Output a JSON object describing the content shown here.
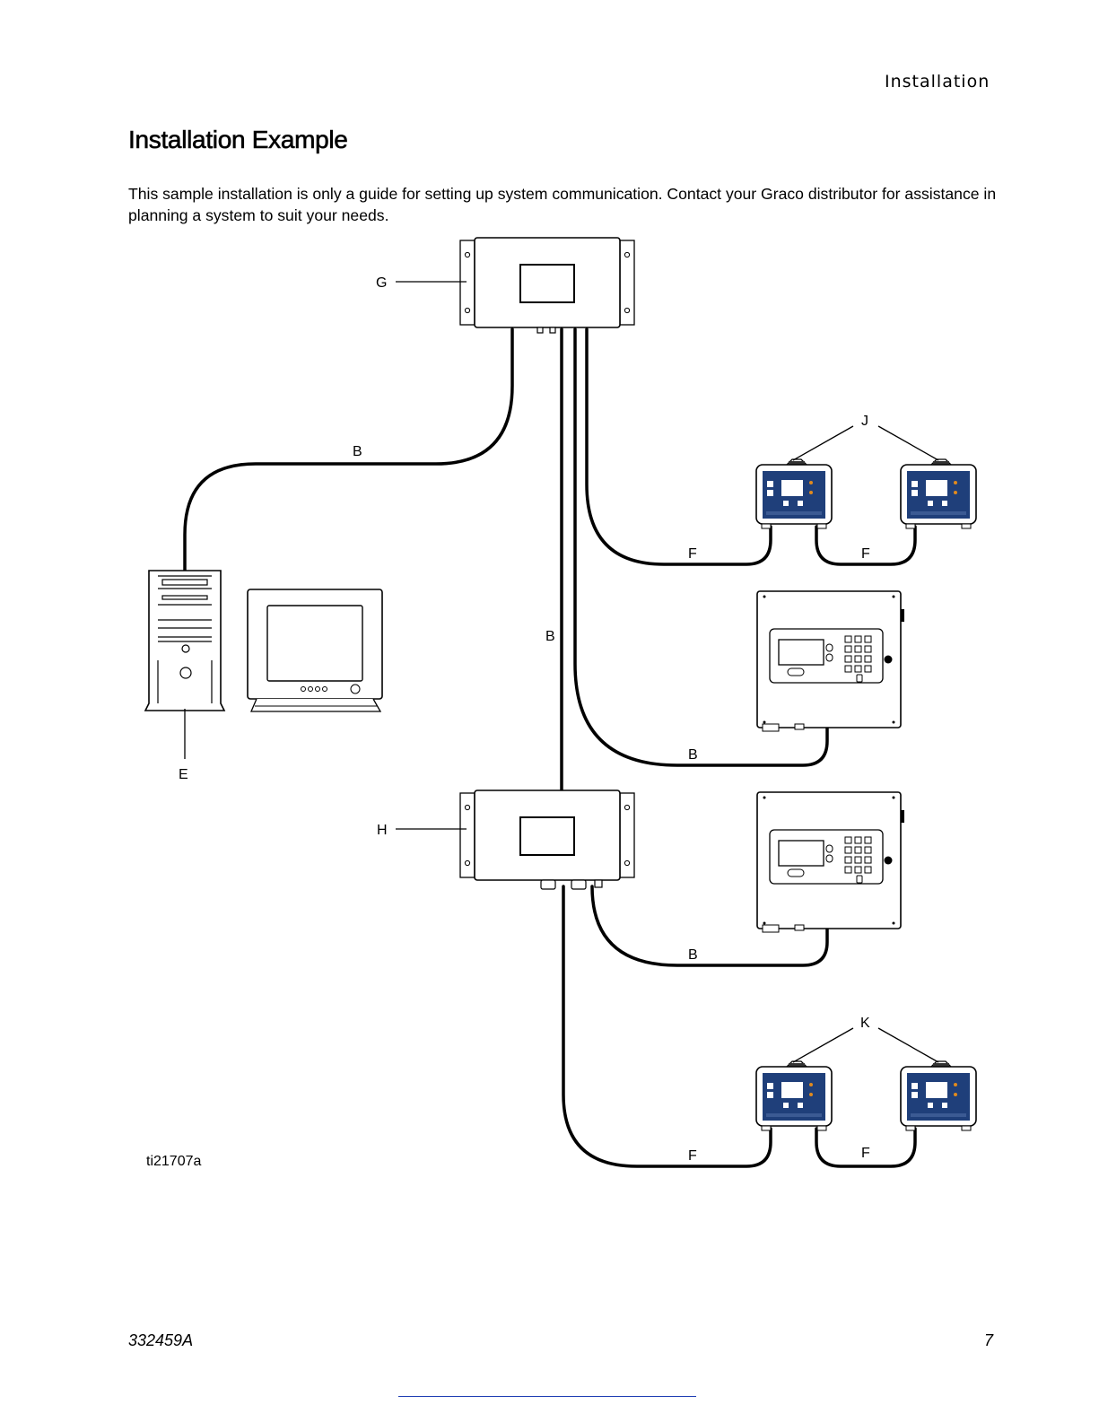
{
  "header": {
    "section": "Installation"
  },
  "title": "Installation Example",
  "intro": "This sample installation is only a guide for setting up system communication. Contact your Graco distributor for assistance in planning a system to suit your needs.",
  "diagram": {
    "callouts": {
      "g": "G",
      "h": "H",
      "e": "E",
      "j": "J",
      "k": "K",
      "b_pc": "B",
      "b_trunk": "B",
      "b_upper": "B",
      "b_lower": "B",
      "f1": "F",
      "f2": "F",
      "f3": "F",
      "f4": "F"
    },
    "figure_id": "ti21707a"
  },
  "footer": {
    "doc_number": "332459A",
    "page_number": "7"
  },
  "colors": {
    "panel_blue": "#1f3f7a",
    "indicator_orange": "#e08a1e",
    "link_underline": "#1e3db3"
  }
}
